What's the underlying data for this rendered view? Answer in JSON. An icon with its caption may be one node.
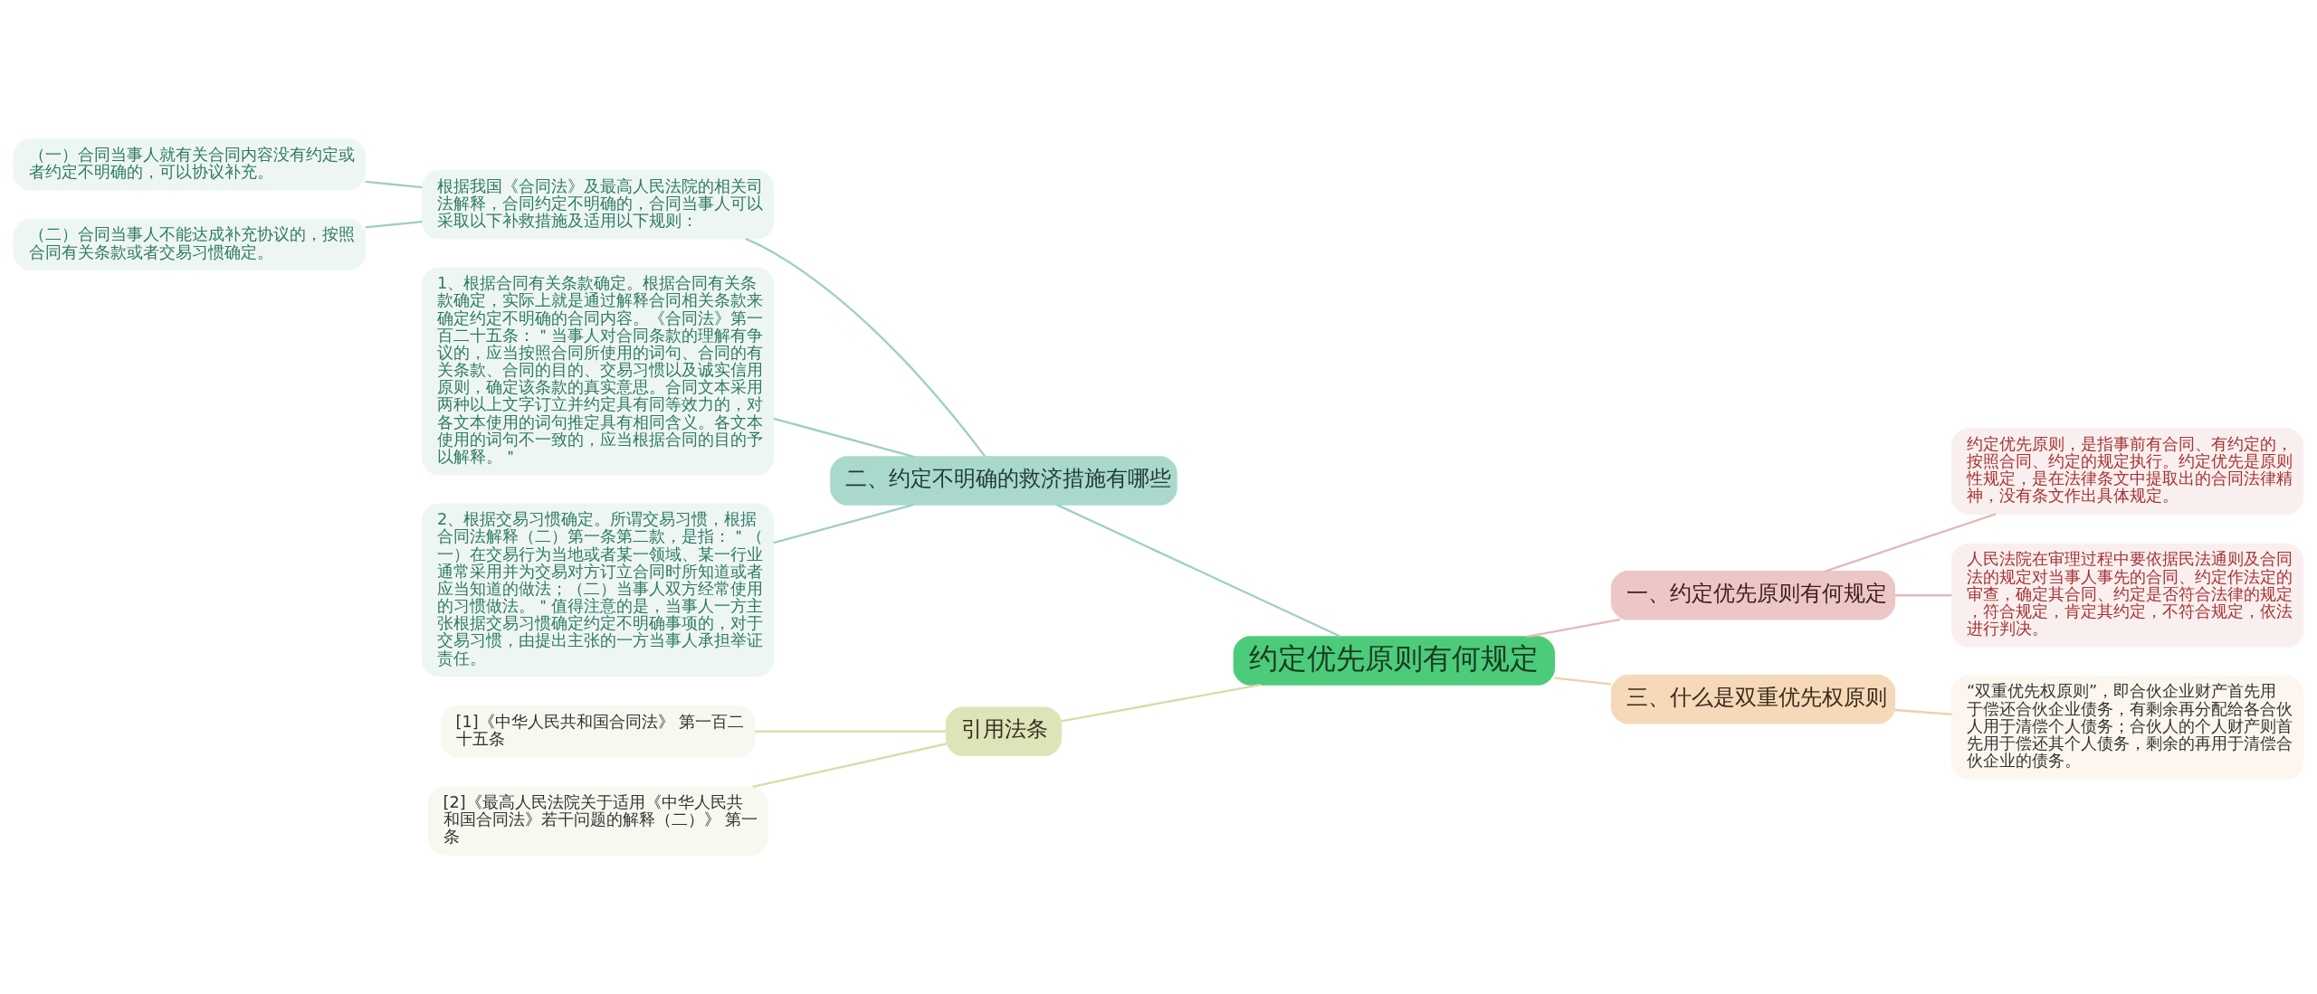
{
  "diagram": {
    "nodes": [
      {
        "text": [
          "约定优先原则有何规定"
        ]
      },
      {
        "text": [
          "二、约定不明确的救济措施有哪些"
        ]
      },
      {
        "text": [
          "根据我国《合同法》及最高人民法院的相关司法解释，合同约定不明确的，合同当事人可以采取以下补救措施及适用以下规则："
        ]
      },
      {
        "text": [
          "（一）合同当事人就有关合同内容没有约定或者约定不明确的，可以协议补充。"
        ]
      },
      {
        "text": [
          "（二）合同当事人不能达成补充协议的，按照合同有关条款或者交易习惯确定。"
        ]
      },
      {
        "text": [
          "1、根据合同有关条款确定。根据合同有关条款确定，实际上就是通过解释合同相关条款来确定约定不明确的合同内容。《合同法》第一百二十五条：＂当事人对合同条款的理解有争议的，应当按照合同所使用的词句、合同的有关条款、合同的目的、交易习惯以及诚实信用原则，确定该条款的真实意思。合同文本采用两种以上文字订立并约定具有同等效力的，对各文本使用的词句推定具有相同含义。各文本使用的词句不一致的，应当根据合同的目的予以解释。＂"
        ]
      },
      {
        "text": [
          "2、根据交易习惯确定。所谓交易习惯，根据合同法解释（二）第一条第二款，是指：＂（一）在交易行为当地或者某一领域、某一行业通常采用并为交易对方订立合同时所知道或者应当知道的做法；（二）当事人双方经常使用的习惯做法。＂值得注意的是，当事人一方主张根据交易习惯确定约定不明确事项的，对于交易习惯，由提出主张的一方当事人承担举证责任。"
        ]
      },
      {
        "text": [
          "一、约定优先原则有何规定"
        ]
      },
      {
        "text": [
          "约定优先原则，是指事前有合同、有约定的，按照合同、约定的规定执行。约定优先是原则性规定，是在法律条文中提取出的合同法律精神，没有条文作出具体规定。"
        ]
      },
      {
        "text": [
          "人民法院在审理过程中要依据民法通则及合同法的规定对当事人事先的合同、约定作法定的审查，确定其合同、约定是否符合法律的规定，符合规定，肯定其约定，不符合规定，依法进行判决。"
        ]
      },
      {
        "text": [
          "三、什么是双重优先权原则"
        ]
      },
      {
        "text": [
          "“双重优先权原则”，即合伙企业财产首先用于偿还合伙企业债务，有剩余再分配给各合伙人用于清偿个人债务；合伙人的个人财产则首先用于偿还其个人债务，剩余的再用于清偿合伙企业的债务。"
        ]
      },
      {
        "text": [
          "引用法条"
        ]
      },
      {
        "text": [
          "[1]《中华人民共和国合同法》 第一百二十五条"
        ]
      },
      {
        "text": [
          "[2]《最高人民法院关于适用《中华人民共和国合同法》若干问题的解释（二）》 第一条"
        ]
      }
    ],
    "edges": [
      {
        "from": 0,
        "to": 1,
        "arrow": "none"
      },
      {
        "from": 1,
        "to": 2,
        "arrow": "none"
      },
      {
        "from": 2,
        "to": 3,
        "arrow": "none"
      },
      {
        "from": 2,
        "to": 4,
        "arrow": "none"
      },
      {
        "from": 1,
        "to": 5,
        "arrow": "none"
      },
      {
        "from": 1,
        "to": 6,
        "arrow": "none"
      },
      {
        "from": 0,
        "to": 7,
        "arrow": "none",
        "color": "#e6b8b8"
      },
      {
        "from": 7,
        "to": 8,
        "arrow": "none",
        "color": "#e6b8b8"
      },
      {
        "from": 7,
        "to": 9,
        "arrow": "none",
        "color": "#e6b8b8"
      },
      {
        "from": 0,
        "to": 10,
        "arrow": "none",
        "color": "#f0cfa8"
      },
      {
        "from": 10,
        "to": 11,
        "arrow": "none",
        "color": "#f0cfa8"
      },
      {
        "from": 0,
        "to": 12,
        "arrow": "none",
        "color": "#d8dca8"
      },
      {
        "from": 12,
        "to": 13,
        "arrow": "none",
        "color": "#d8dca8"
      },
      {
        "from": 12,
        "to": 14,
        "arrow": "none",
        "color": "#d8dca8"
      }
    ]
  }
}
